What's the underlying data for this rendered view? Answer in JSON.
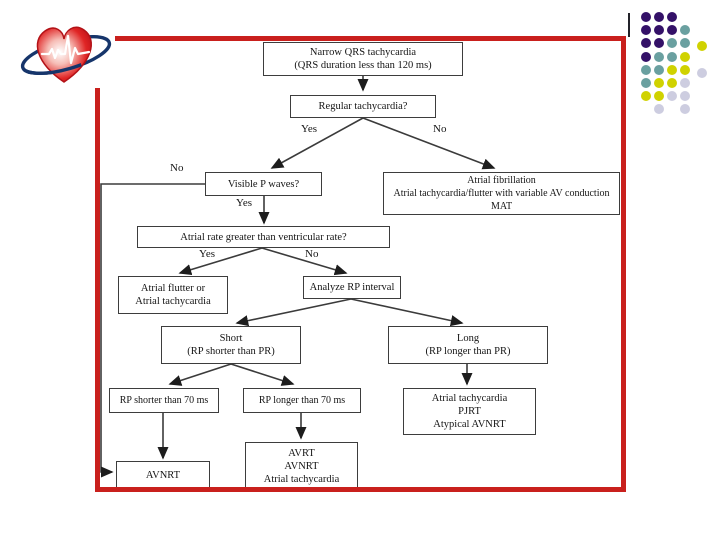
{
  "slide": {
    "frame_color": "#c9201d",
    "background": "#ffffff"
  },
  "logo": {
    "heart_color": "#d91e26",
    "heart_edge_color": "#b31217",
    "swoosh_color": "#16356b",
    "ecg_color": "#ffffff"
  },
  "decor": {
    "dots": {
      "colors": {
        "P": "#341168",
        "T": "#6aa0a0",
        "Y": "#d0d200",
        "G": "#cdcde0"
      },
      "rows": [
        "PPP",
        "PPPT",
        "PPTTY",
        "PTTY",
        "TTYYG",
        "TYYG",
        "YYGG",
        ".G.G"
      ]
    }
  },
  "flowchart": {
    "nodes": [
      {
        "id": "narrow-qrs",
        "lines": [
          "Narrow QRS tachycardia",
          "(QRS duration less than 120 ms)"
        ]
      },
      {
        "id": "regular-tachycardia",
        "lines": [
          "Regular tachycardia?"
        ]
      },
      {
        "id": "visible-p-waves",
        "lines": [
          "Visible P waves?"
        ]
      },
      {
        "id": "atrial-fibrillation",
        "lines": [
          "Atrial fibrillation",
          "Atrial tachycardia/flutter with variable AV conduction",
          "MAT"
        ]
      },
      {
        "id": "atrial-rate",
        "lines": [
          "Atrial rate greater than ventricular rate?"
        ]
      },
      {
        "id": "atrial-flutter",
        "lines": [
          "Atrial flutter or",
          "Atrial tachycardia"
        ]
      },
      {
        "id": "analyze-rp",
        "lines": [
          "Analyze RP interval"
        ]
      },
      {
        "id": "short-rp",
        "lines": [
          "Short",
          "(RP shorter than PR)"
        ]
      },
      {
        "id": "long-rp",
        "lines": [
          "Long",
          "(RP longer than PR)"
        ]
      },
      {
        "id": "rp-shorter-70",
        "lines": [
          "RP shorter than 70 ms"
        ]
      },
      {
        "id": "rp-longer-70",
        "lines": [
          "RP longer than 70 ms"
        ]
      },
      {
        "id": "atrial-tach-pjrt",
        "lines": [
          "Atrial tachycardia",
          "PJRT",
          "Atypical AVNRT"
        ]
      },
      {
        "id": "avnrt",
        "lines": [
          "AVNRT"
        ]
      },
      {
        "id": "avrt-avnrt",
        "lines": [
          "AVRT",
          "AVNRT",
          "Atrial tachycardia"
        ]
      }
    ],
    "edge_labels": [
      {
        "id": "regular-yes",
        "text": "Yes"
      },
      {
        "id": "regular-no",
        "text": "No"
      },
      {
        "id": "pwaves-no",
        "text": "No"
      },
      {
        "id": "pwaves-yes",
        "text": "Yes"
      },
      {
        "id": "rate-yes",
        "text": "Yes"
      },
      {
        "id": "rate-no",
        "text": "No"
      }
    ]
  }
}
